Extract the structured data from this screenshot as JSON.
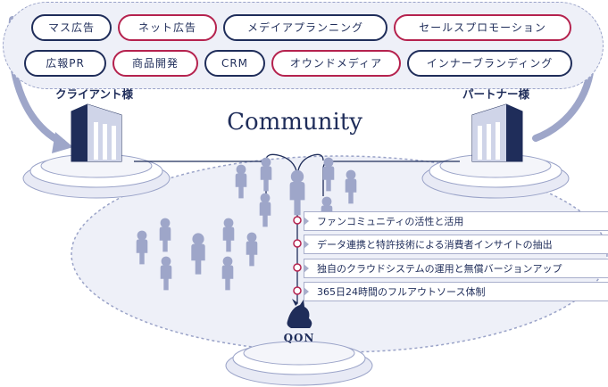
{
  "top_services": {
    "row1": [
      "マス広告",
      "ネット広告",
      "メデイアプランニング",
      "セールスプロモーション"
    ],
    "row2": [
      "広報PR",
      "商品開発",
      "CRM",
      "オウンドメディア",
      "インナーブランディング"
    ]
  },
  "client_label": "クライアント様",
  "partner_label": "パートナー様",
  "community_title": "Community",
  "features": [
    "ファンコミュニティの活性と活用",
    "データ連携と特許技術による消費者インサイトの抽出",
    "独自のクラウドシステムの運用と無償バージョンアップ",
    "365日24時間のフルアウトソース体制"
  ],
  "logo_text": "QON",
  "colors": {
    "navy": "#1f2d5a",
    "accent_red": "#b5224e",
    "band_fill": "#eef0f8",
    "people": "#9ea6c9"
  },
  "icons": [
    "client-building-icon",
    "partner-building-icon",
    "people-icon",
    "qon-mascot-logo-icon",
    "curved-arrow-icon"
  ]
}
